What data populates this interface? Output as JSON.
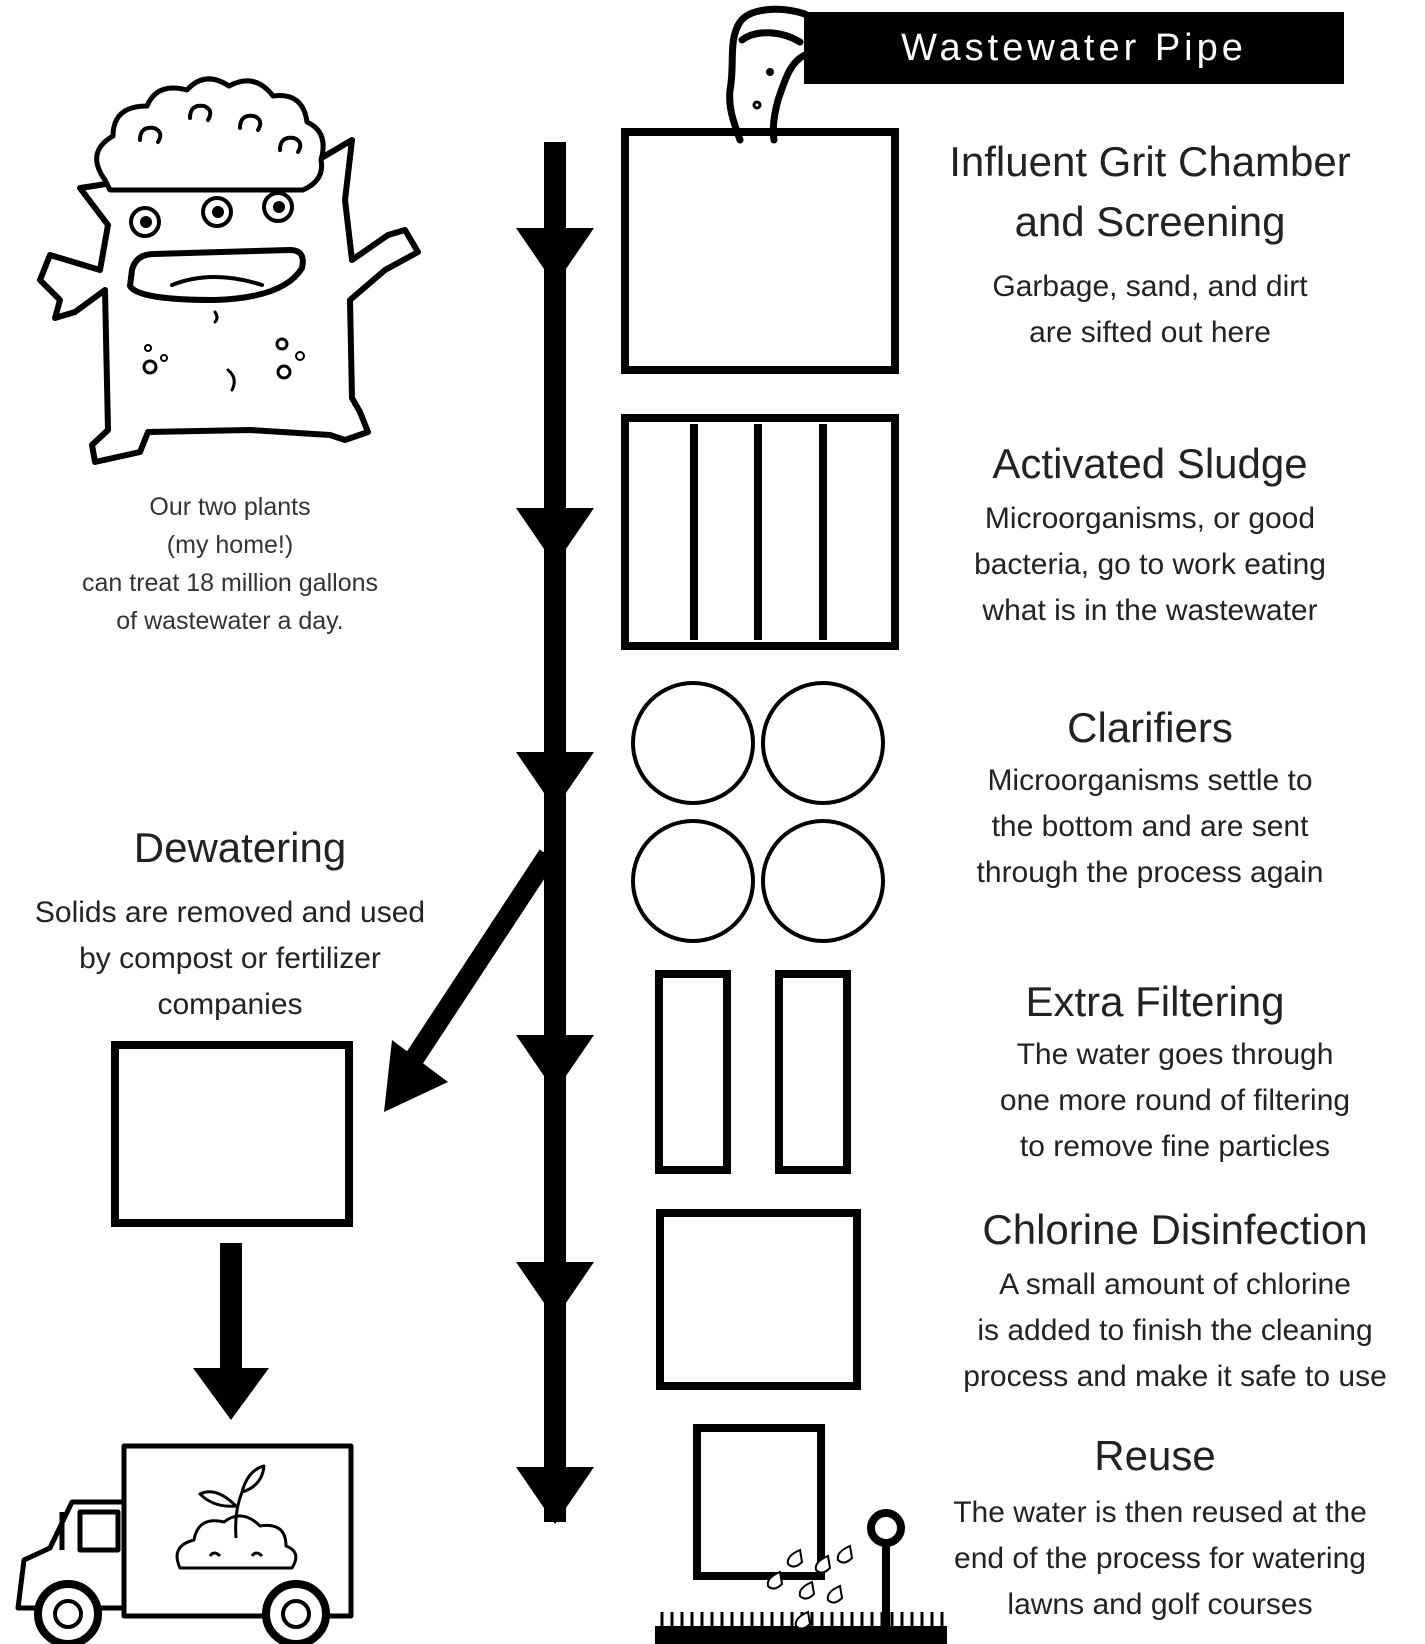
{
  "header": {
    "pipe_label": "Wastewater Pipe"
  },
  "mascot": {
    "caption": "Our two plants\n(my home!)\ncan treat 18 million gallons\nof wastewater a day."
  },
  "stages": [
    {
      "title": "Influent Grit Chamber\nand Screening",
      "description": "Garbage, sand, and dirt\nare sifted out here"
    },
    {
      "title": "Activated Sludge",
      "description": "Microorganisms, or good\nbacteria, go to work eating\nwhat is in the wastewater"
    },
    {
      "title": "Clarifiers",
      "description": "Microorganisms settle to\nthe bottom and are sent\nthrough the process again"
    },
    {
      "title": "Extra Filtering",
      "description": "The water goes through\none more round of filtering\nto remove fine particles"
    },
    {
      "title": "Chlorine Disinfection",
      "description": "A small amount of chlorine\nis added to finish the cleaning\nprocess and make it safe to use"
    },
    {
      "title": "Reuse",
      "description": "The water is then reused at the\nend of the process for watering\nlawns and golf courses"
    }
  ],
  "branch": {
    "title": "Dewatering",
    "description": "Solids are removed and used\nby compost or fertilizer\ncompanies"
  },
  "icons": [
    "pipe-spout-icon",
    "monster-mascot-icon",
    "compost-truck-icon",
    "plant-sprout-icon",
    "sprinkler-icon"
  ],
  "colors": {
    "line": "#000000",
    "background": "#ffffff",
    "text": "#222222"
  }
}
